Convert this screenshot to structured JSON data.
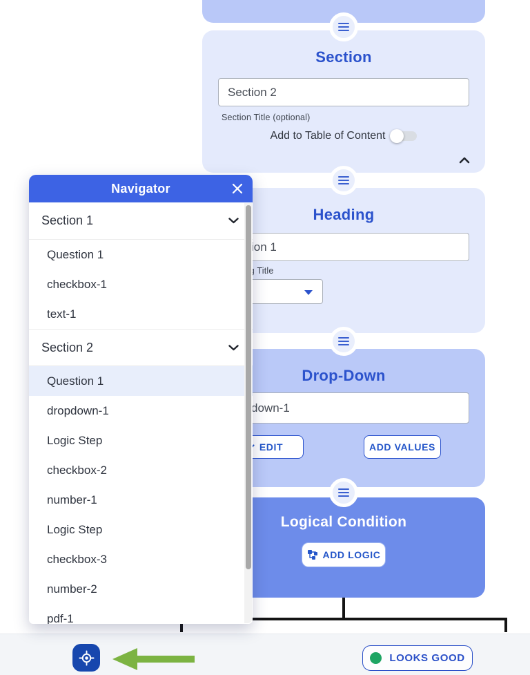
{
  "colors": {
    "block_light": "#e4eafc",
    "block_medium": "#bac9f8",
    "block_strong": "#6d8cea",
    "title_blue": "#2b52cc",
    "nav_header_blue": "#3d63e4",
    "selected_row_blue": "#e8eefb",
    "connector_black": "#141414",
    "footer_bg": "#f3f5f8",
    "target_button_blue": "#1747ae",
    "arrow_green": "#7cb342",
    "status_dot_green": "#1ea563"
  },
  "icons": {
    "drag_handle": "hamburger-lines",
    "chevron_up": "caret-up",
    "chevron_down": "caret-down",
    "close": "x-mark",
    "select_caret": "triangle-down",
    "add_logic": "schema-sitemap",
    "target": "gps-crosshair",
    "annotation": "left-arrow"
  },
  "canvas": {
    "blocks": {
      "section": {
        "title": "Section",
        "input_value": "Section 2",
        "input_label": "Section Title (optional)",
        "toggle_label": "Add to Table of Content",
        "toggle_state": "off"
      },
      "heading": {
        "title": "Heading",
        "input_value": "Section 1",
        "input_label": "Heading Title"
      },
      "dropdown": {
        "title": "Drop-Down",
        "input_value": "dropdown-1",
        "edit_label": "EDIT",
        "add_values_label": "ADD VALUES"
      },
      "logical": {
        "title": "Logical Condition",
        "add_logic_label": "ADD LOGIC"
      }
    }
  },
  "navigator": {
    "title": "Navigator",
    "rows": [
      {
        "type": "section",
        "label": "Section 1"
      },
      {
        "type": "item",
        "label": "Question 1"
      },
      {
        "type": "item",
        "label": "checkbox-1"
      },
      {
        "type": "item",
        "label": "text-1"
      },
      {
        "type": "section",
        "label": "Section 2"
      },
      {
        "type": "item",
        "label": "Question 1",
        "selected": true
      },
      {
        "type": "item",
        "label": "dropdown-1"
      },
      {
        "type": "item",
        "label": "Logic Step"
      },
      {
        "type": "item",
        "label": "checkbox-2"
      },
      {
        "type": "item",
        "label": "number-1"
      },
      {
        "type": "item",
        "label": "Logic Step"
      },
      {
        "type": "item",
        "label": "checkbox-3"
      },
      {
        "type": "item",
        "label": "number-2"
      },
      {
        "type": "item",
        "label": "pdf-1"
      }
    ]
  },
  "footer": {
    "looks_good_label": "LOOKS GOOD"
  }
}
